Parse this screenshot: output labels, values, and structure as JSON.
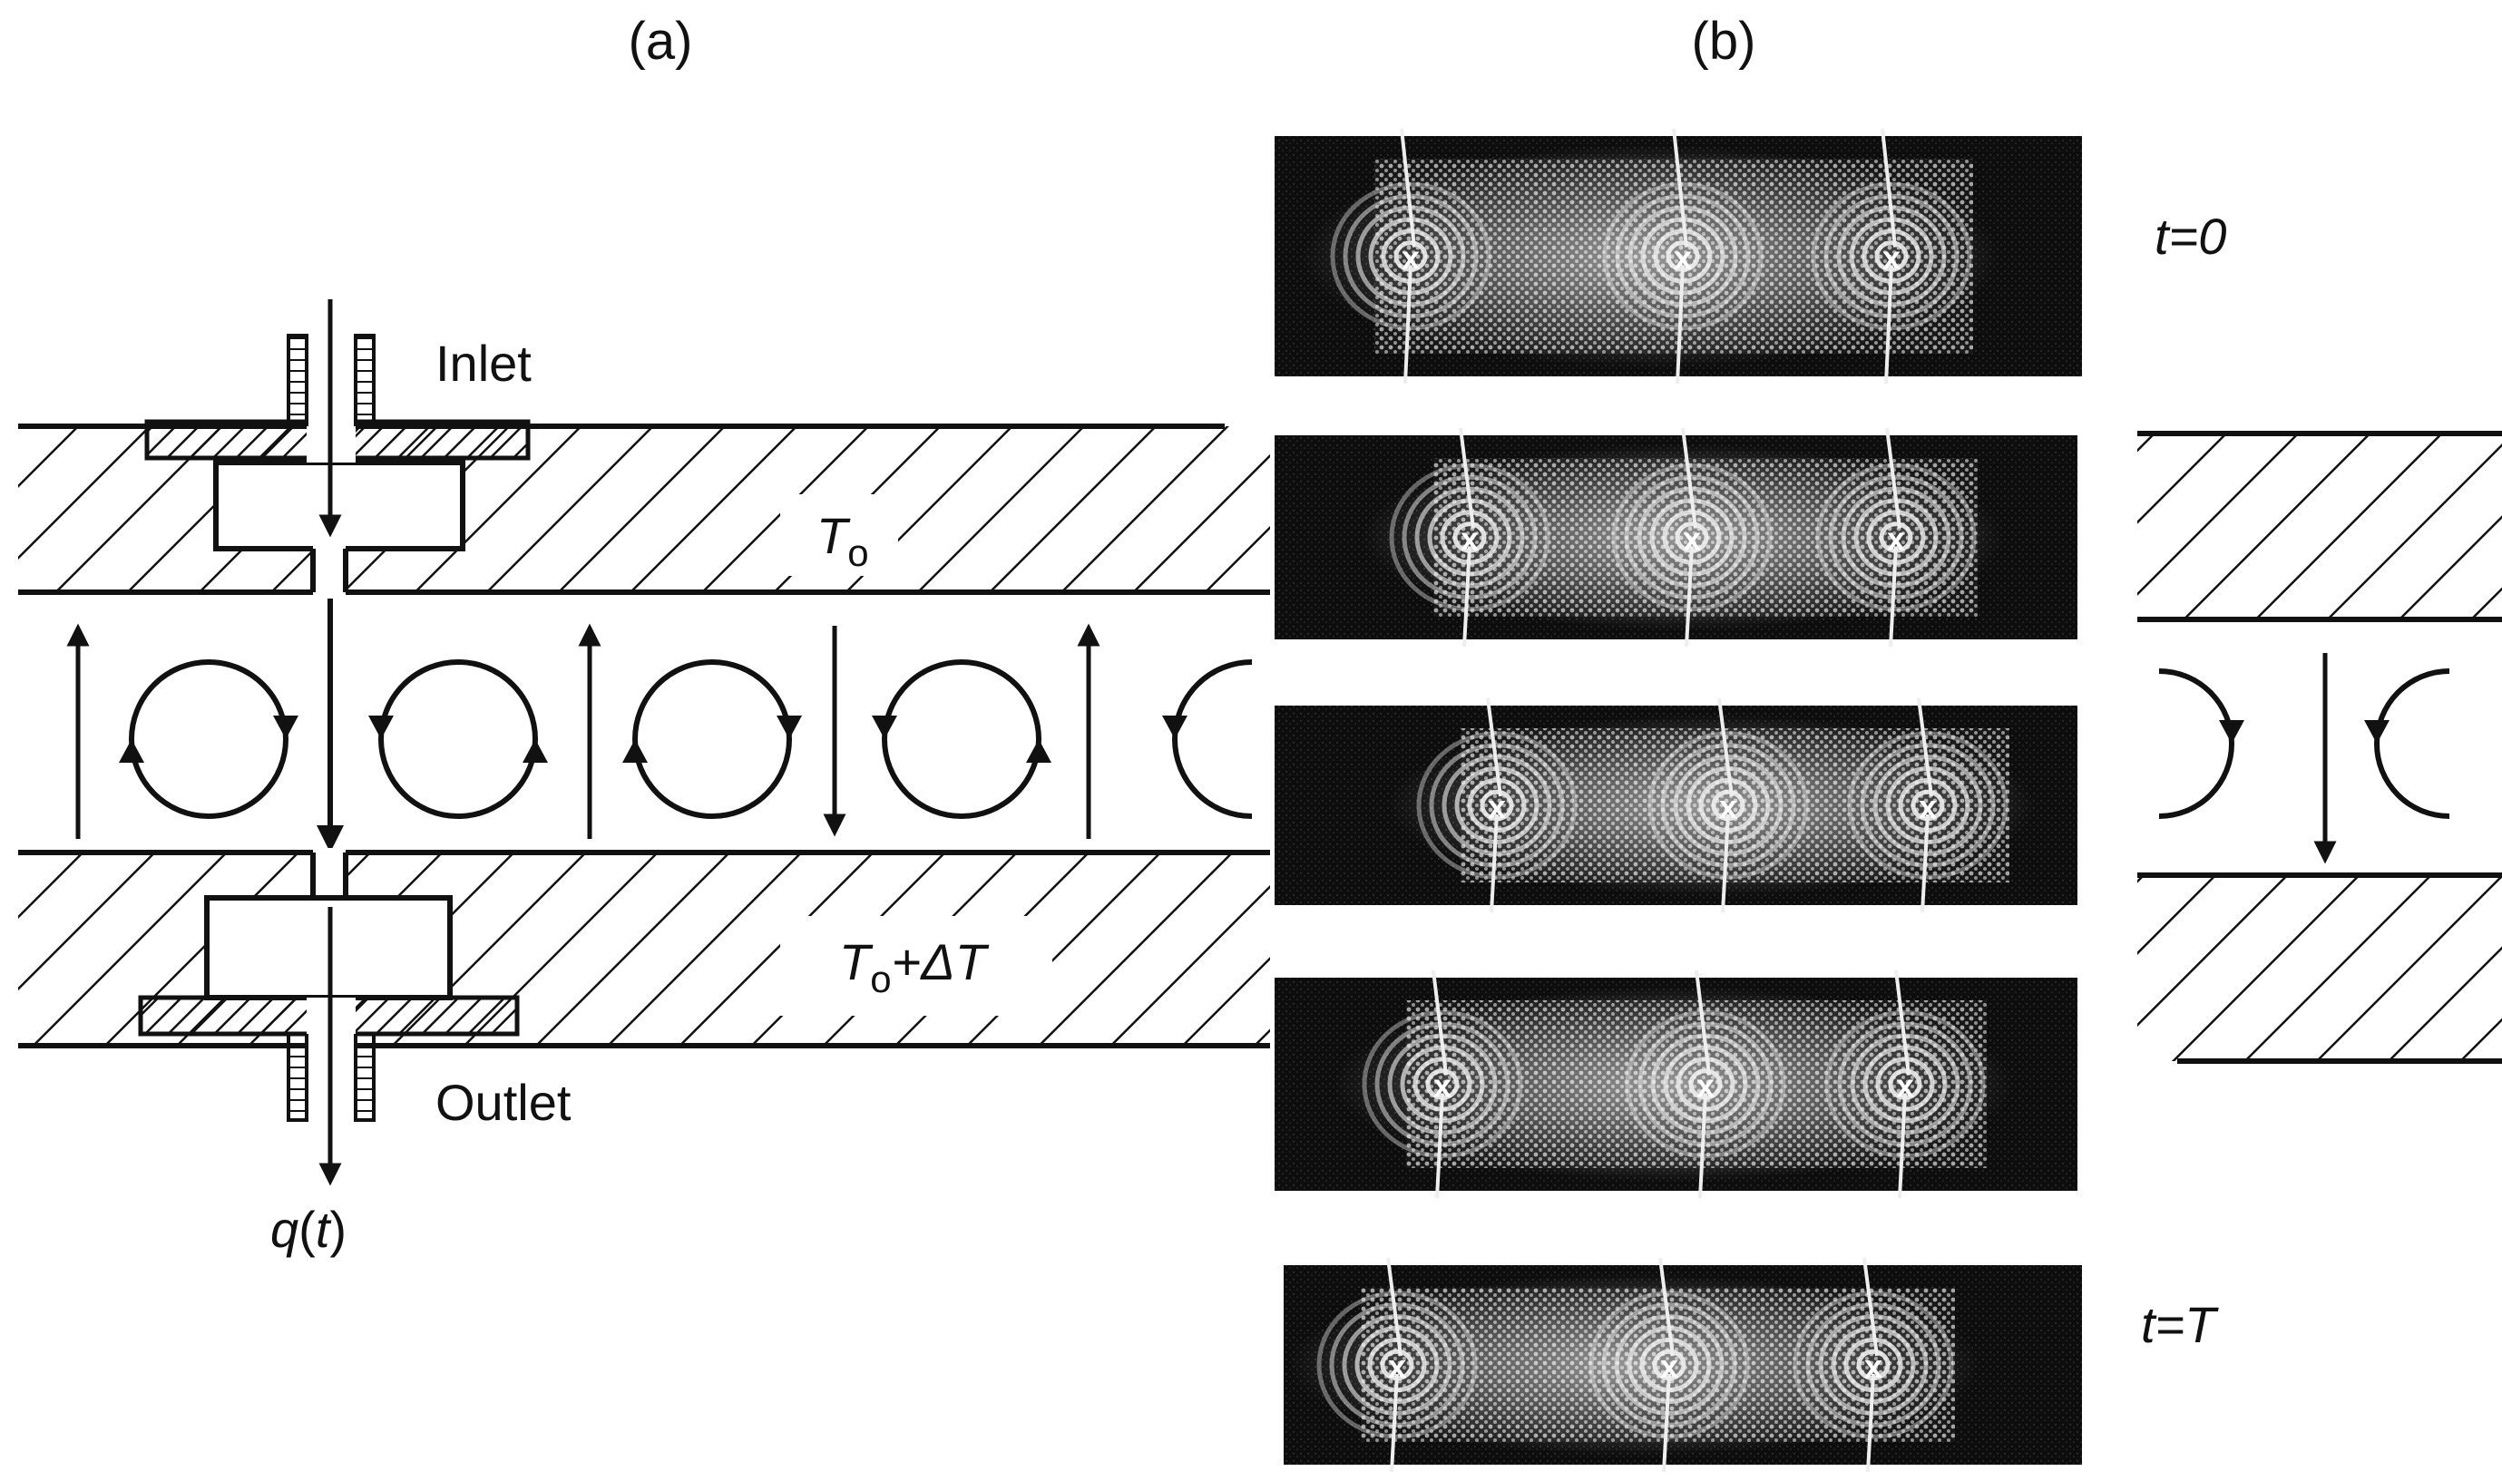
{
  "panel_a": {
    "label": "(a)",
    "inlet_label": "Inlet",
    "outlet_label": "Outlet",
    "top_temp": {
      "base": "T",
      "sub": "o"
    },
    "bottom_temp": {
      "base": "T",
      "sub": "o",
      "rest": "+ΔT"
    },
    "flow": {
      "base": "q",
      "arg": "t"
    }
  },
  "panel_b": {
    "label": "(b)",
    "time_start": "t=0",
    "time_end": "t=T",
    "frames": [
      {
        "markers": [
          "x",
          "x",
          "x"
        ]
      },
      {
        "markers": [
          "x",
          "x",
          "x"
        ]
      },
      {
        "markers": [
          "x",
          "x",
          "x"
        ]
      },
      {
        "markers": [
          "x",
          "x",
          "x"
        ]
      },
      {
        "markers": [
          "x",
          "x",
          "x"
        ]
      }
    ]
  }
}
